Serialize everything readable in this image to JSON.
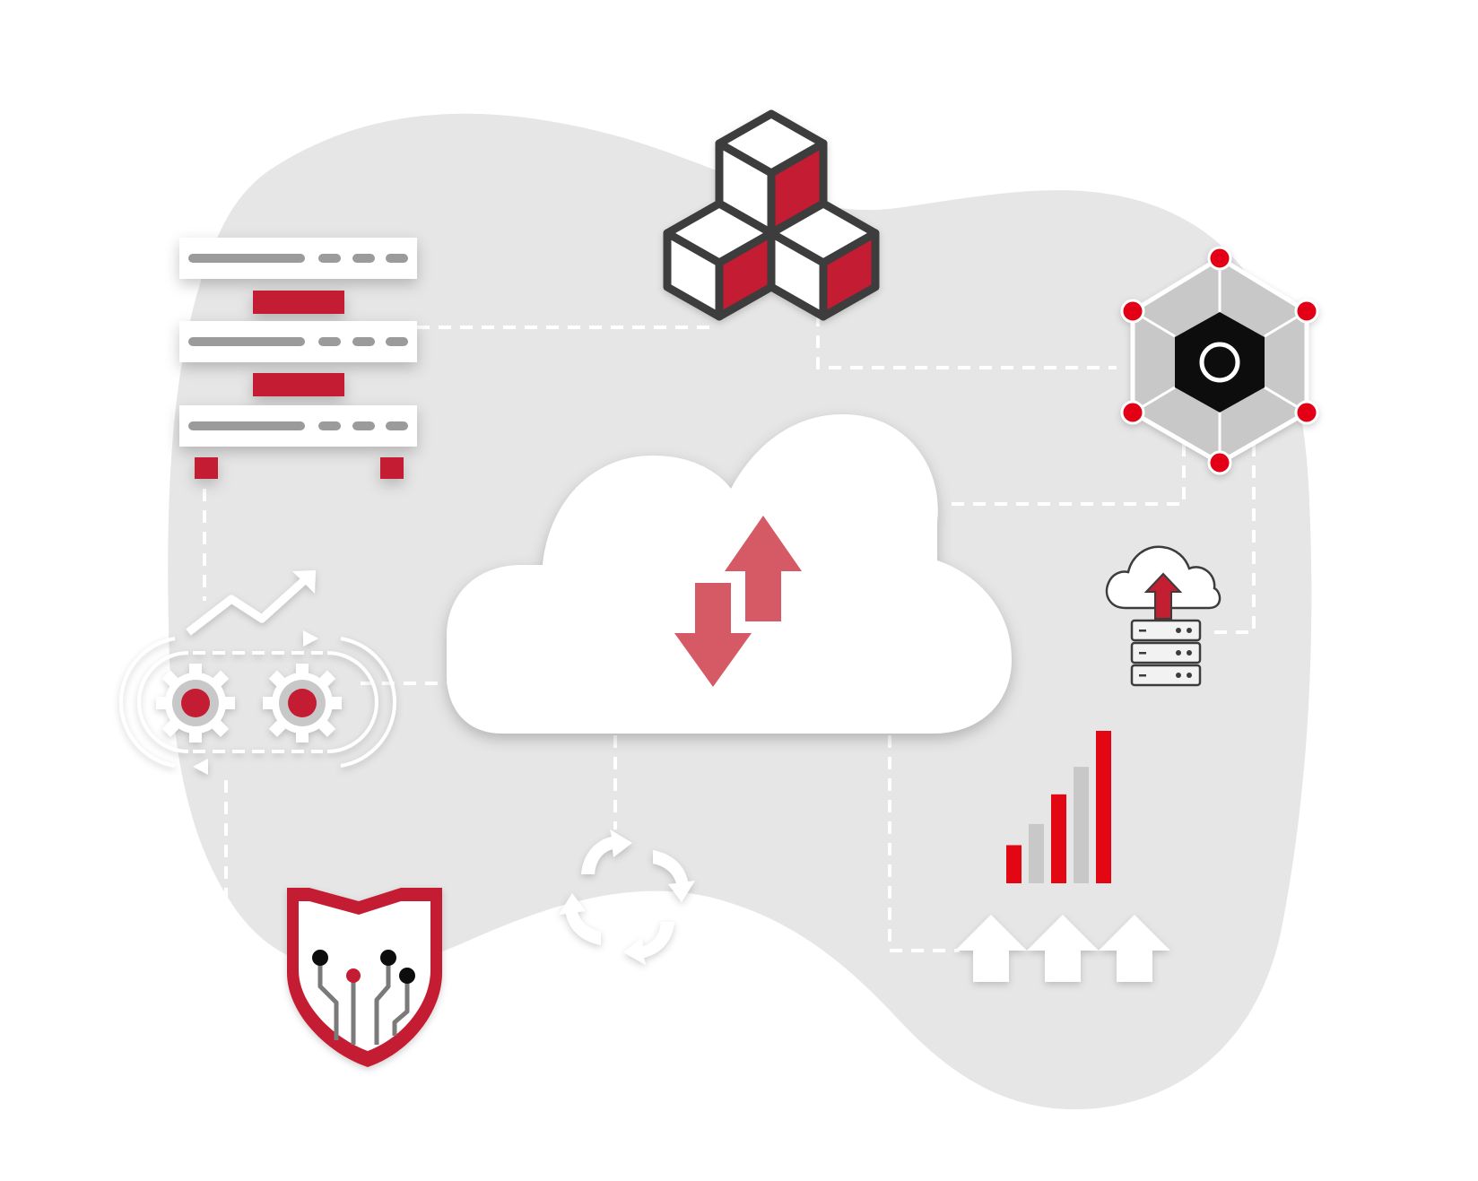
{
  "colors": {
    "background": "#ffffff",
    "blob": "#e6e6e6",
    "accent_red": "#c41e32",
    "soft_red": "#d65a66",
    "dark_gray": "#3c3c3c",
    "mid_gray": "#9b9b9b",
    "light_gray": "#c8c8c8",
    "white": "#ffffff"
  },
  "icons": [
    "cloud-sync-icon",
    "server-rack-icon",
    "stacked-cubes-icon",
    "hexagon-network-icon",
    "cloud-upload-server-icon",
    "gear-conveyor-icon",
    "bar-chart-growth-icon",
    "refresh-arrows-icon",
    "security-shield-icon"
  ],
  "chart_icon": {
    "bars": [
      0.18,
      0.28,
      0.42,
      0.55,
      0.72
    ],
    "bar_colors": [
      "#e30613",
      "#c8c8c8",
      "#e30613",
      "#c8c8c8",
      "#e30613"
    ]
  }
}
